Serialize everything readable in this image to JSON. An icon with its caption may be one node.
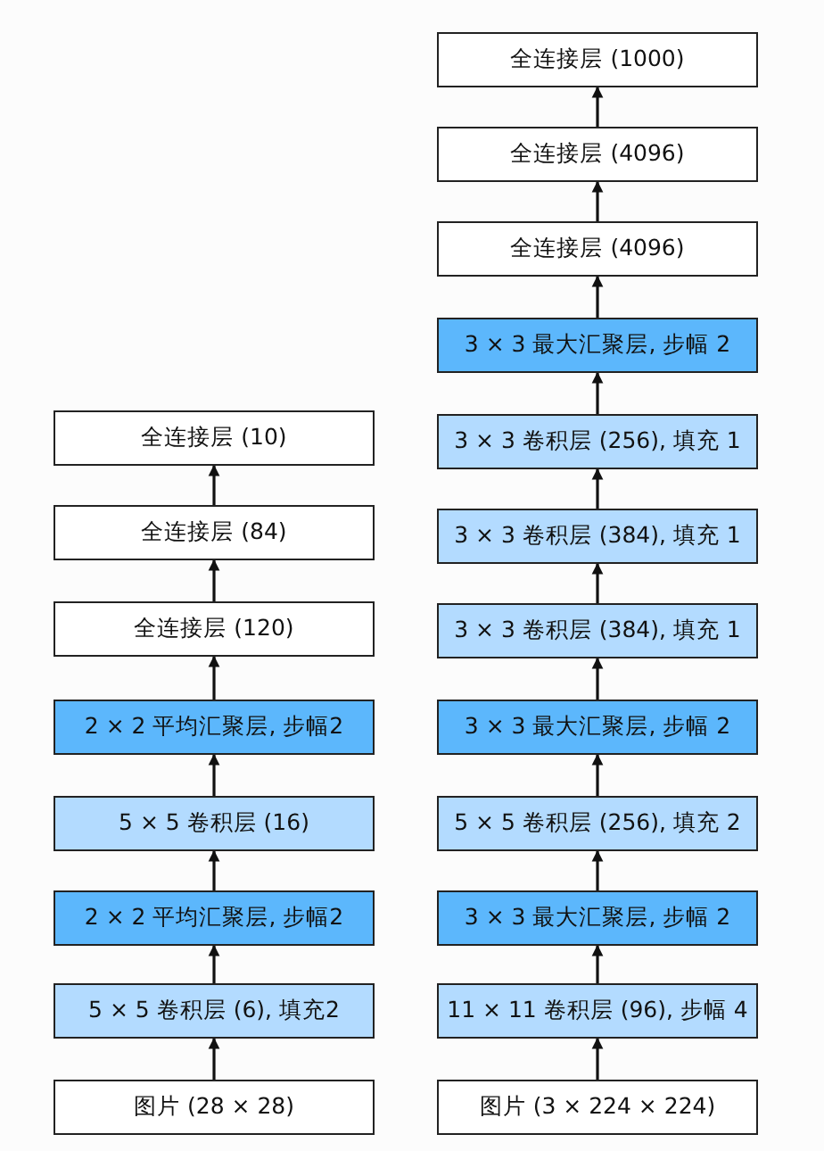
{
  "diagram": {
    "nodes": [
      {
        "text": [
          "全连接层 (10)"
        ]
      },
      {
        "text": [
          "全连接层 (84)"
        ]
      },
      {
        "text": [
          "全连接层 (120)"
        ]
      },
      {
        "text": [
          "2 × 2 平均汇聚层, 步幅2"
        ]
      },
      {
        "text": [
          "5 × 5 卷积层 (16)"
        ]
      },
      {
        "text": [
          "2 × 2 平均汇聚层, 步幅2"
        ]
      },
      {
        "text": [
          "5 × 5 卷积层 (6), 填充2"
        ]
      },
      {
        "text": [
          "图片 (28 × 28)"
        ]
      },
      {
        "text": [
          "全连接层 (1000)"
        ]
      },
      {
        "text": [
          "全连接层 (4096)"
        ]
      },
      {
        "text": [
          "全连接层 (4096)"
        ]
      },
      {
        "text": [
          "3 × 3 最大汇聚层, 步幅 2"
        ]
      },
      {
        "text": [
          "3 × 3 卷积层 (256), 填充 1"
        ]
      },
      {
        "text": [
          "3 × 3 卷积层 (384), 填充 1"
        ]
      },
      {
        "text": [
          "3 × 3 卷积层 (384), 填充 1"
        ]
      },
      {
        "text": [
          "3 × 3 最大汇聚层, 步幅 2"
        ]
      },
      {
        "text": [
          "5 × 5 卷积层 (256), 填充 2"
        ]
      },
      {
        "text": [
          "3 × 3 最大汇聚层, 步幅 2"
        ]
      },
      {
        "text": [
          "11 × 11 卷积层 (96), 步幅 4"
        ]
      },
      {
        "text": [
          "图片 (3 × 224 × 224)"
        ]
      }
    ],
    "edges": [
      {
        "from": 7,
        "to": 6,
        "arrow": "to"
      },
      {
        "from": 6,
        "to": 5,
        "arrow": "to"
      },
      {
        "from": 5,
        "to": 4,
        "arrow": "to"
      },
      {
        "from": 4,
        "to": 3,
        "arrow": "to"
      },
      {
        "from": 3,
        "to": 2,
        "arrow": "to"
      },
      {
        "from": 2,
        "to": 1,
        "arrow": "to"
      },
      {
        "from": 1,
        "to": 0,
        "arrow": "to"
      },
      {
        "from": 19,
        "to": 18,
        "arrow": "to"
      },
      {
        "from": 18,
        "to": 17,
        "arrow": "to"
      },
      {
        "from": 17,
        "to": 16,
        "arrow": "to"
      },
      {
        "from": 16,
        "to": 15,
        "arrow": "to"
      },
      {
        "from": 15,
        "to": 14,
        "arrow": "to"
      },
      {
        "from": 14,
        "to": 13,
        "arrow": "to"
      },
      {
        "from": 13,
        "to": 12,
        "arrow": "to"
      },
      {
        "from": 12,
        "to": 11,
        "arrow": "to"
      },
      {
        "from": 11,
        "to": 10,
        "arrow": "to"
      },
      {
        "from": 10,
        "to": 9,
        "arrow": "to"
      },
      {
        "from": 9,
        "to": 8,
        "arrow": "to"
      }
    ]
  }
}
